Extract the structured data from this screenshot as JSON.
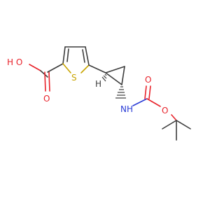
{
  "atoms": {
    "ho_label": "H O",
    "carbonyl_o_label": "O",
    "s_label": "S",
    "h_label": "H",
    "nh_label": "NH",
    "carbamate_o_label": "O",
    "ester_o_label": "O"
  },
  "colors": {
    "oxygen": "#e8222a",
    "sulfur": "#c8a400",
    "nitrogen": "#2a3cd6",
    "bond": "#3c3c3c"
  }
}
